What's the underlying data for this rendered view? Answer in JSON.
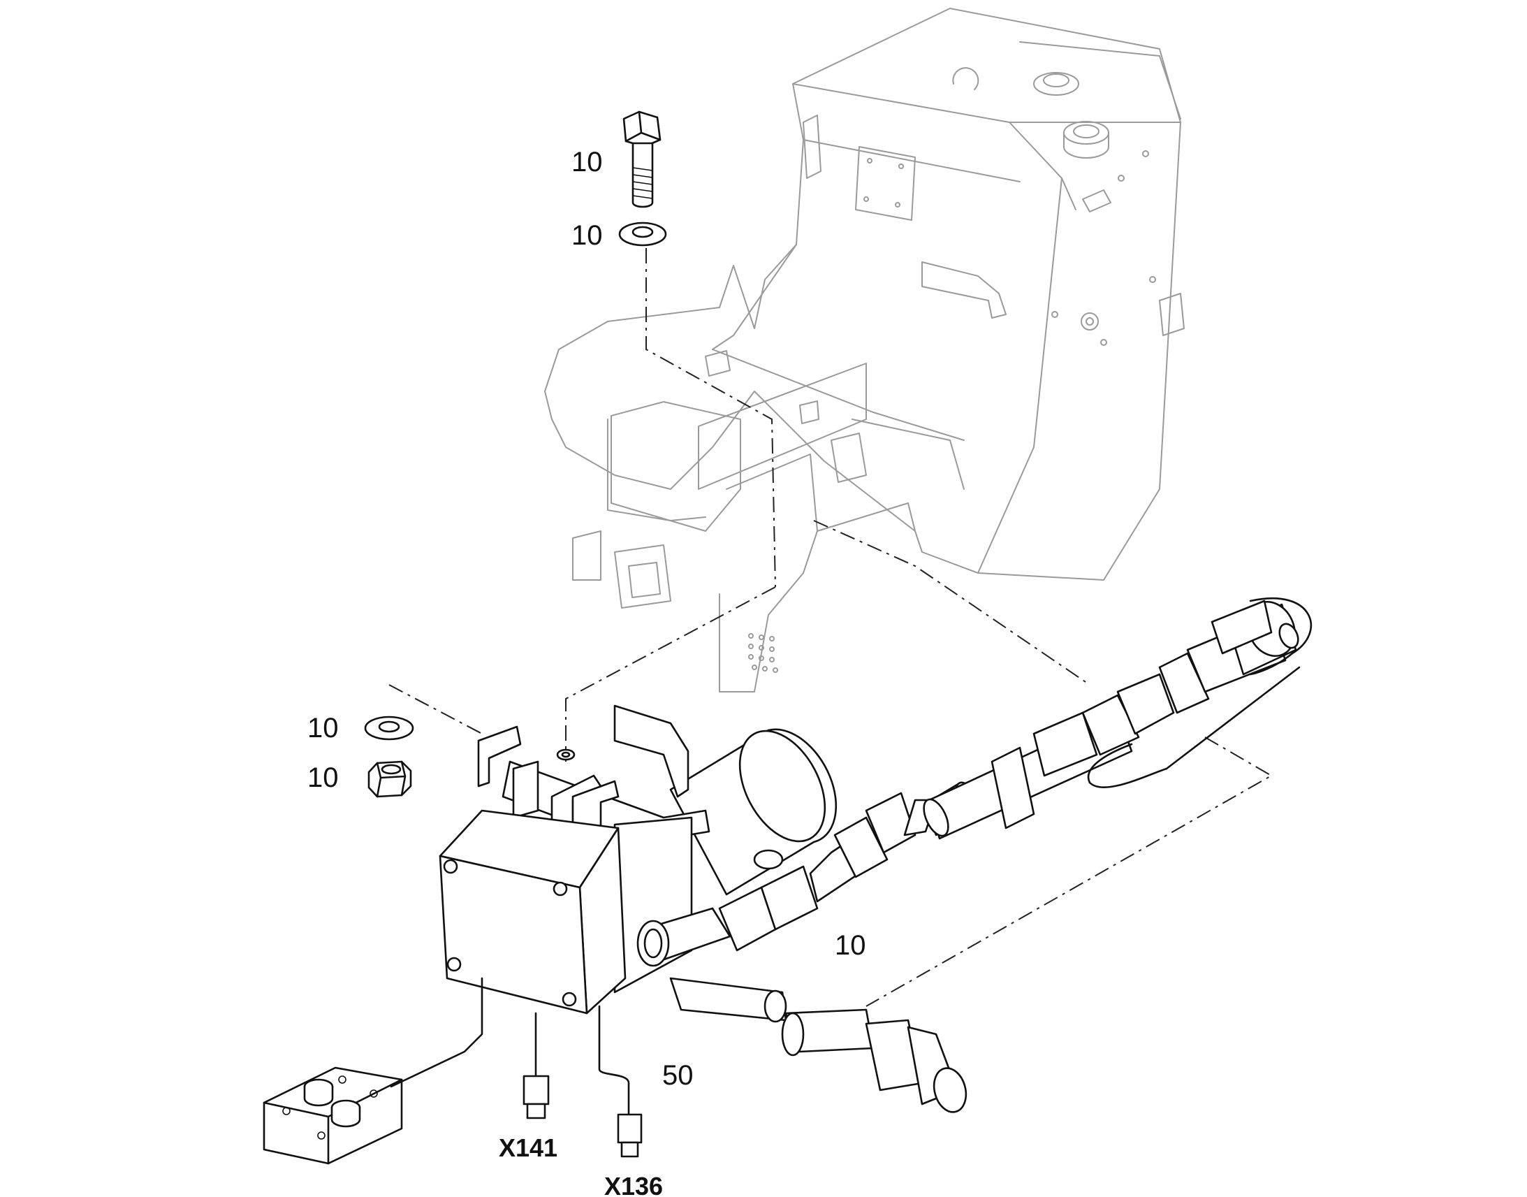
{
  "callouts": {
    "bolt": "10",
    "bolt_washer": "10",
    "washer": "10",
    "nut": "10",
    "hose": "10",
    "harness": "50"
  },
  "connectors": {
    "x141": "X141",
    "x136": "X136"
  },
  "colors": {
    "line": "#111111",
    "ghost_outline": "#9a9a9a",
    "background": "#ffffff"
  }
}
